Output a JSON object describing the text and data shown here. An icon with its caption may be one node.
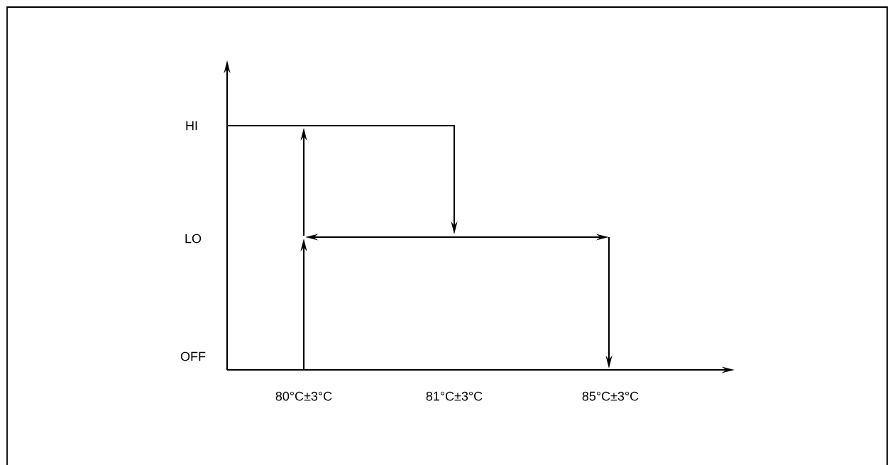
{
  "diagram": {
    "labels": [
      "HI",
      "LO",
      "OFF",
      "80°C±3°C",
      "81°C±3°C",
      "85°C±3°C"
    ]
  }
}
